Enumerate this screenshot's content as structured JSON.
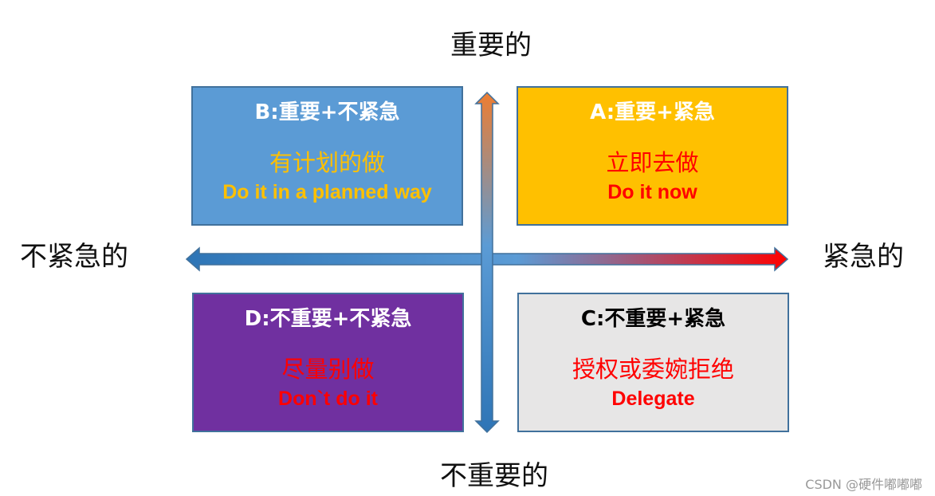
{
  "axis_labels": {
    "top": "重要的",
    "bottom": "不重要的",
    "left": "不紧急的",
    "right": "紧急的"
  },
  "quadrants": {
    "B": {
      "title": "B:重要+不紧急",
      "cn": "有计划的做",
      "en": "Do it in a planned way",
      "bg": "#5b9bd5",
      "title_color": "#ffffff",
      "text_color": "#ffc000"
    },
    "A": {
      "title": "A:重要+紧急",
      "cn": "立即去做",
      "en": "Do it now",
      "bg": "#ffc000",
      "title_color": "#ffffff",
      "text_color": "#ff0000"
    },
    "D": {
      "title": "D:不重要+不紧急",
      "cn": "尽量别做",
      "en": "Don`t do it",
      "bg": "#7030a0",
      "title_color": "#ffffff",
      "text_color": "#ff0000"
    },
    "C": {
      "title": "C:不重要+紧急",
      "cn": "授权或委婉拒绝",
      "en": "Delegate",
      "bg": "#e7e6e6",
      "title_color": "#000000",
      "text_color": "#ff0000"
    }
  },
  "colors": {
    "arrow_blue": "#2e75b6",
    "arrow_red": "#ff0000",
    "arrow_orange": "#ed7d31",
    "border": "#41719c"
  },
  "watermark": "CSDN @硬件嘟嘟嘟"
}
